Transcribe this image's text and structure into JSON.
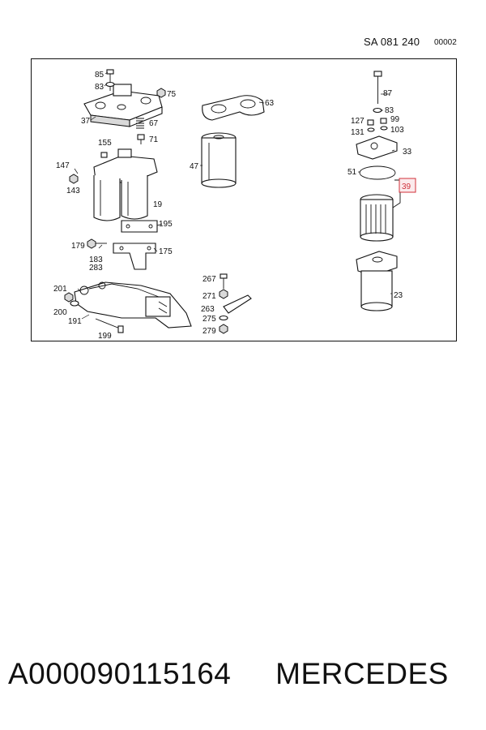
{
  "header": {
    "code": "SA 081 240",
    "sub_code": "00002"
  },
  "callouts": {
    "c85": "85",
    "c83a": "83",
    "c75": "75",
    "c37": "37",
    "c67": "67",
    "c71": "71",
    "c155": "155",
    "c147": "147",
    "c143": "143",
    "c19": "19",
    "c195": "195",
    "c179": "179",
    "c183": "183",
    "c283": "283",
    "c175": "175",
    "c201": "201",
    "c200": "200",
    "c191": "191",
    "c199": "199",
    "c63": "63",
    "c47": "47",
    "c267": "267",
    "c271": "271",
    "c263": "263",
    "c275": "275",
    "c279": "279",
    "c87": "87",
    "c83b": "83",
    "c127": "127",
    "c99": "99",
    "c131": "131",
    "c103": "103",
    "c33": "33",
    "c51": "51",
    "c39": "39",
    "c23": "23"
  },
  "highlight_color": "#d0303a",
  "footer": {
    "part_number": "A000090115164",
    "brand": "MERCEDES"
  }
}
